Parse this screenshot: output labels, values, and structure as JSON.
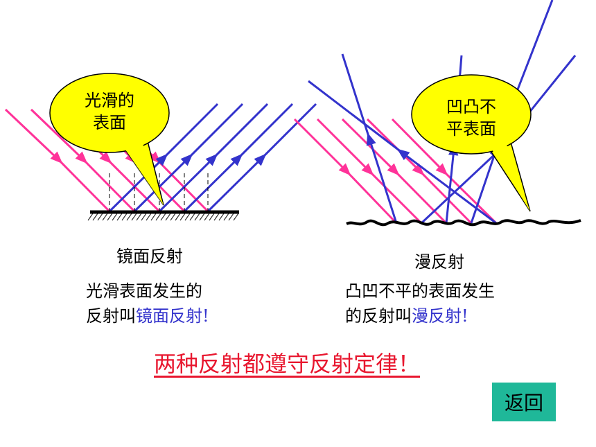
{
  "left": {
    "bubble_line1": "光滑的",
    "bubble_line2": "表面",
    "caption": "镜面反射",
    "desc_line1": "光滑表面发生的",
    "desc_line2_prefix": "反射叫",
    "desc_line2_term": "镜面反射",
    "desc_line2_suffix": "!"
  },
  "right": {
    "bubble_line1": "凹凸不",
    "bubble_line2": "平表面",
    "caption": "漫反射",
    "desc_line1": "凸凹不平的表面发生",
    "desc_line2_prefix": "的反射叫",
    "desc_line2_term": "漫反射",
    "desc_line2_suffix": "!"
  },
  "law": "两种反射都遵守反射定律！",
  "back_button": "返回",
  "colors": {
    "incident": "#ff3399",
    "reflected": "#3333cc",
    "bubble": "#ffff00",
    "law_text": "#e8172f",
    "button": "#1fb899"
  }
}
